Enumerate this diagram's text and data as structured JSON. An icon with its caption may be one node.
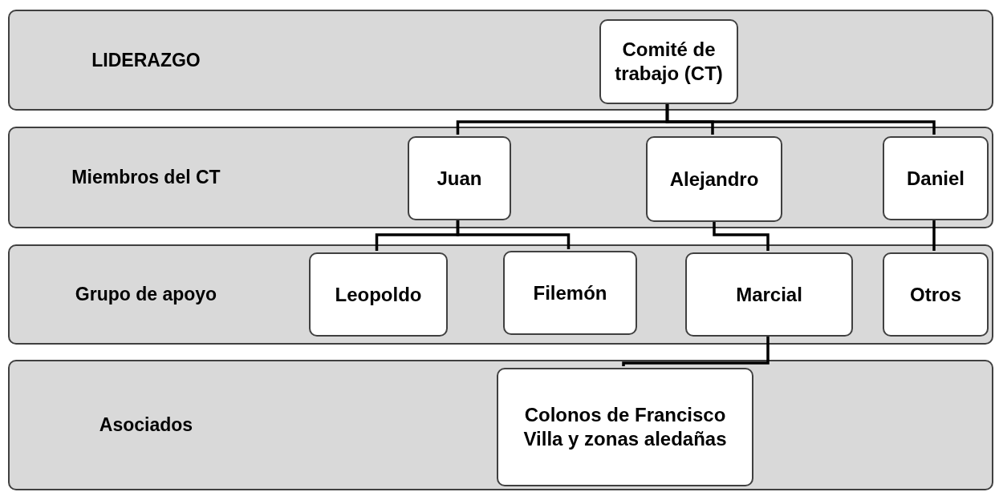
{
  "diagram": {
    "nodes": [
      {
        "text": [
          "LIDERAZGO"
        ]
      },
      {
        "text": [
          "Comité de trabajo (CT)"
        ],
        "in": 0
      },
      {
        "text": [
          "Miembros del CT"
        ]
      },
      {
        "text": [
          "Juan"
        ],
        "in": 2
      },
      {
        "text": [
          "Alejandro"
        ],
        "in": 2
      },
      {
        "text": [
          "Daniel"
        ],
        "in": 2
      },
      {
        "text": [
          "Grupo de apoyo"
        ]
      },
      {
        "text": [
          "Leopoldo"
        ],
        "in": 6
      },
      {
        "text": [
          "Filemón"
        ],
        "in": 6
      },
      {
        "text": [
          "Marcial"
        ],
        "in": 6
      },
      {
        "text": [
          "Otros"
        ],
        "in": 6
      },
      {
        "text": [
          "Asociados"
        ]
      },
      {
        "text": [
          "Colonos de Francisco Villa y zonas aledañas"
        ],
        "in": 11
      }
    ],
    "edges": [
      {
        "from": 1,
        "to": 3,
        "arrow": "none"
      },
      {
        "from": 1,
        "to": 4,
        "arrow": "none"
      },
      {
        "from": 1,
        "to": 5,
        "arrow": "none"
      },
      {
        "from": 3,
        "to": 7,
        "arrow": "none"
      },
      {
        "from": 3,
        "to": 8,
        "arrow": "none"
      },
      {
        "from": 4,
        "to": 9,
        "arrow": "none"
      },
      {
        "from": 5,
        "to": 10,
        "arrow": "none"
      },
      {
        "from": 9,
        "to": 12,
        "arrow": "none"
      }
    ]
  }
}
